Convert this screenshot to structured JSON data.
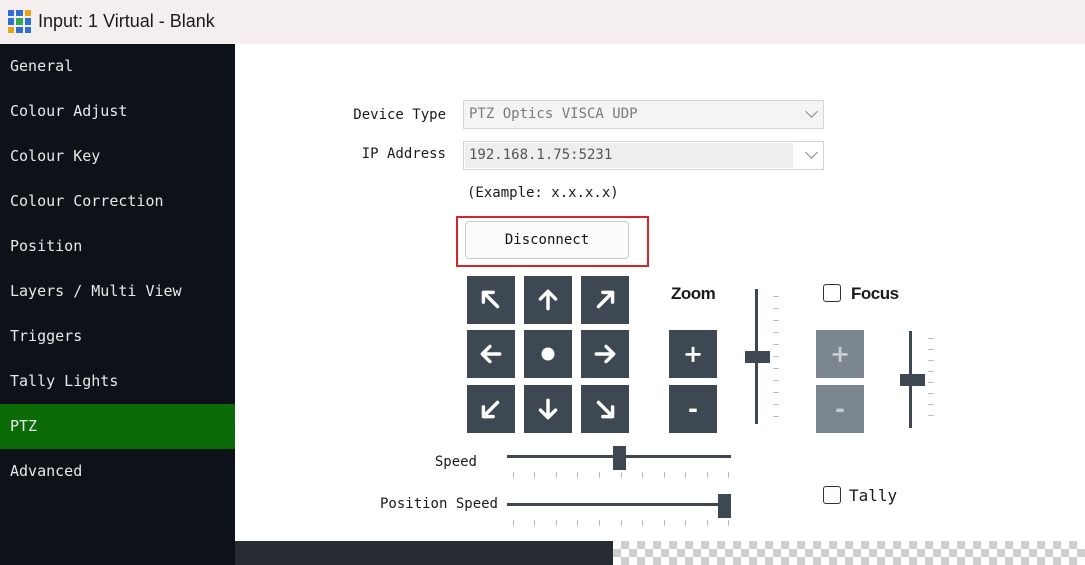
{
  "window": {
    "title": "Input: 1 Virtual - Blank",
    "icon": "app-grid-icon",
    "icon_colors": [
      "#2f6fd1",
      "#e8a318",
      "#34a853"
    ]
  },
  "sidebar": {
    "items": [
      {
        "label": "General"
      },
      {
        "label": "Colour Adjust"
      },
      {
        "label": "Colour Key"
      },
      {
        "label": "Colour Correction"
      },
      {
        "label": "Position"
      },
      {
        "label": "Layers / Multi View"
      },
      {
        "label": "Triggers"
      },
      {
        "label": "Tally Lights"
      },
      {
        "label": "PTZ",
        "active": true
      },
      {
        "label": "Advanced"
      }
    ],
    "active_color": "#0b6b07"
  },
  "ptz": {
    "device_type_label": "Device Type",
    "device_type_value": "PTZ Optics VISCA UDP",
    "ip_address_label": "IP Address",
    "ip_address_value": "192.168.1.75:5231",
    "example_text": "(Example: x.x.x.x)",
    "disconnect_label": "Disconnect",
    "zoom_label": "Zoom",
    "focus_label": "Focus",
    "focus_checked": false,
    "focus_plus": "+",
    "focus_minus": "-",
    "zoom_plus": "+",
    "zoom_minus": "-",
    "speed_label": "Speed",
    "speed_value_fraction": 0.5,
    "position_speed_label": "Position Speed",
    "position_speed_value_fraction": 1.0,
    "zoom_slider_fraction": 0.5,
    "focus_slider_fraction": 0.5,
    "tally_label": "Tally",
    "tally_checked": false,
    "directional_pad": [
      "arrow-up-left-icon",
      "arrow-up-icon",
      "arrow-up-right-icon",
      "arrow-left-icon",
      "home-dot-icon",
      "arrow-right-icon",
      "arrow-down-left-icon",
      "arrow-down-icon",
      "arrow-down-right-icon"
    ],
    "highlight_color": "#d4252b",
    "button_color": "#3d4852"
  }
}
